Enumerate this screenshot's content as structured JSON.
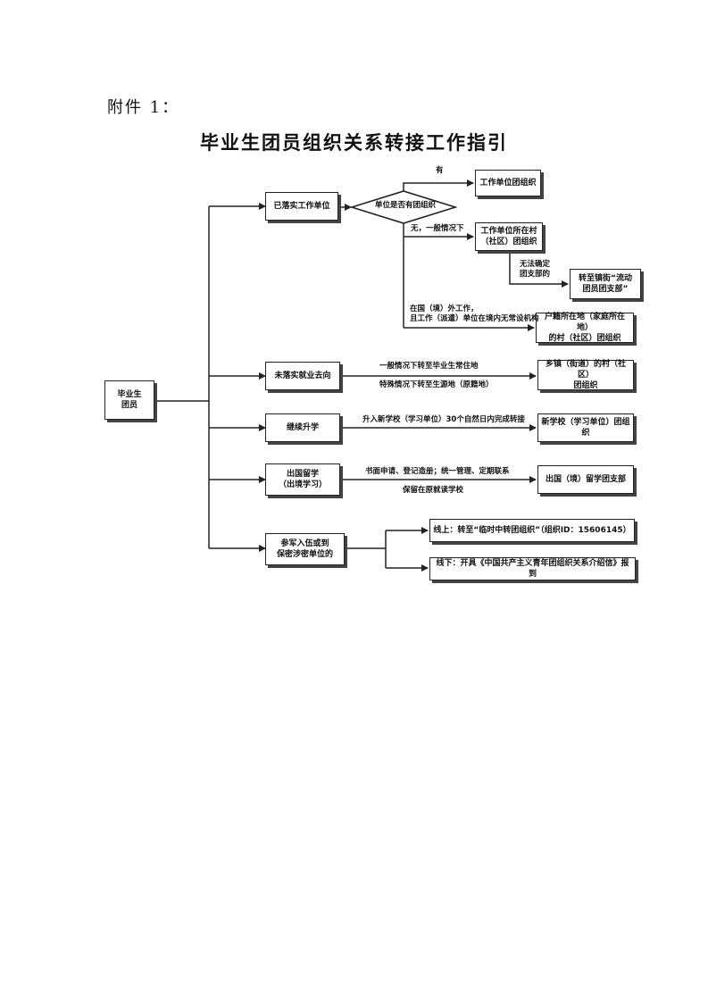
{
  "attachment_label": "附件 1：",
  "title": "毕业生团员组织关系转接工作指引",
  "nodes": {
    "root": "毕业生\n团员",
    "employed": "已落实工作单位",
    "decision": "单位是否有团组织",
    "work_unit_org": "工作单位团组织",
    "village_org": "工作单位所在村\n（社区）团组织",
    "floating_branch": "转至镇街“流动\n团员团支部”",
    "hukou_org": "户籍所在地（家庭所在地）\n的村（社区）团组织",
    "unemployed": "未落实就业去向",
    "township_org": "乡镇（街道）的村（社区）\n团组织",
    "further_study": "继续升学",
    "new_school_org": "新学校（学习单位）团组织",
    "study_abroad": "出国留学\n（出境学习）",
    "abroad_branch": "出国（境）留学团支部",
    "military": "参军入伍或到\n保密涉密单位的",
    "online": "线上：转至“临时中转团组织”（组织ID：15606145）",
    "offline": "线下：开具《中国共产主义青年团组织关系介绍信》报到"
  },
  "edges": {
    "yes": "有",
    "no_general": "无，一般情况下",
    "cannot_determine": "无法确定\n团支部的",
    "overseas_work": "在国（境）外工作，\n且工作（派遣）单位在境内无常设机构",
    "unemployed_general": "一般情况下转至毕业生常住地",
    "unemployed_special": "特殊情况下转至生源地（原籍地）",
    "further_study_note": "升入新学校（学习单位）30个自然日内完成转接",
    "abroad_note1": "书面申请、登记造册；统一管理、定期联系",
    "abroad_note2": "保留在原就读学校"
  }
}
